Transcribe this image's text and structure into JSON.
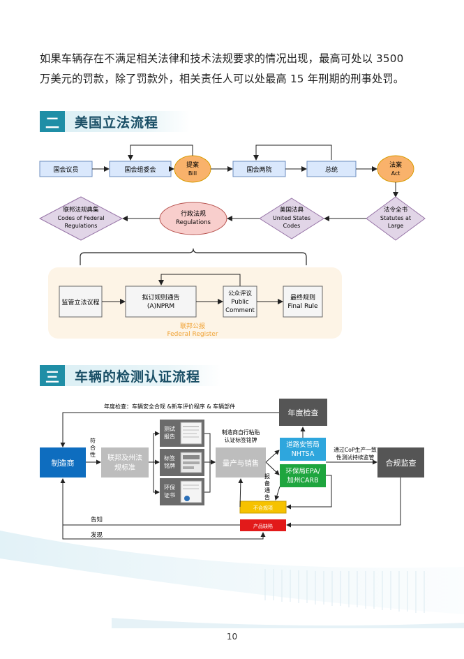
{
  "intro": {
    "line1": "如果车辆存在不满足相关法律和技术法规要求的情况出现，最高可处以 3500",
    "line2": "万美元的罚款，除了罚款外，相关责任人可以处最高 15 年刑期的刑事处罚。"
  },
  "section2": {
    "number": "二",
    "title": "美国立法流程",
    "flow": {
      "congress_member": "国会议员",
      "committee": "国会组委会",
      "bill_cn": "提案",
      "bill_en": "Bill",
      "both_houses": "国会两院",
      "president": "总统",
      "act_cn": "法案",
      "act_en": "Act",
      "statutes_cn": "法令全书",
      "statutes_en1": "Statutes at",
      "statutes_en2": "Large",
      "usc_cn": "美国法典",
      "usc_en1": "United States",
      "usc_en2": "Codes",
      "reg_cn": "行政法规",
      "reg_en": "Regulations",
      "cfr_cn": "联邦法规典集",
      "cfr_en1": "Codes of Federal",
      "cfr_en2": "Regulations",
      "oversight": "监管立法议程",
      "nprm_cn": "拟订规则通告",
      "nprm_en": "(A)NPRM",
      "comment_cn": "公众评议",
      "comment_en1": "Public",
      "comment_en2": "Comment",
      "final_cn": "最终规则",
      "final_en": "Final Rule",
      "fr_cn": "联邦公报",
      "fr_en": "Federal Register"
    }
  },
  "section3": {
    "number": "三",
    "title": "车辆的检测认证流程",
    "flow": {
      "annual_check_note": "年度检查：车辆安全合规 &新车评价程序 & 车辆部件",
      "annual_check": "年度检查",
      "manufacturer": "制造商",
      "conform": [
        "符",
        "合",
        "性"
      ],
      "fed_state_1": "联邦及州法",
      "fed_state_2": "规标准",
      "test_report": [
        "测试",
        "报告"
      ],
      "label": [
        "标签",
        "铭牌"
      ],
      "eco_cert": [
        "环保",
        "证书"
      ],
      "self_label_1": "制造商自行粘贴",
      "self_label_2": "认证标签铭牌",
      "mass_sales": "量产与销售",
      "nhtsa_1": "道路安管局",
      "nhtsa_2": "NHTSA",
      "epa_1": "环保局EPA/",
      "epa_2": "加州CARB",
      "cop_1": "通过CoP生产一致",
      "cop_2": "性测试持续监管",
      "compliance": "合规监查",
      "filing": [
        "报",
        "备",
        "通",
        "告"
      ],
      "nonconform": "不合规项",
      "defect": "产品缺陷",
      "notify": "告知",
      "discover": "发现"
    }
  },
  "page_number": "10",
  "colors": {
    "accent": "#1f8ea6",
    "blue_box": "#dae8fc",
    "orange": "#f9b26b",
    "pink": "#f8cecc",
    "purple": "#e1d5e7",
    "manufacturer": "#0e6dbf",
    "nhtsa": "#2ea6dd",
    "epa": "#1ea53e",
    "yellow": "#f6c200",
    "red": "#e21a1a"
  }
}
